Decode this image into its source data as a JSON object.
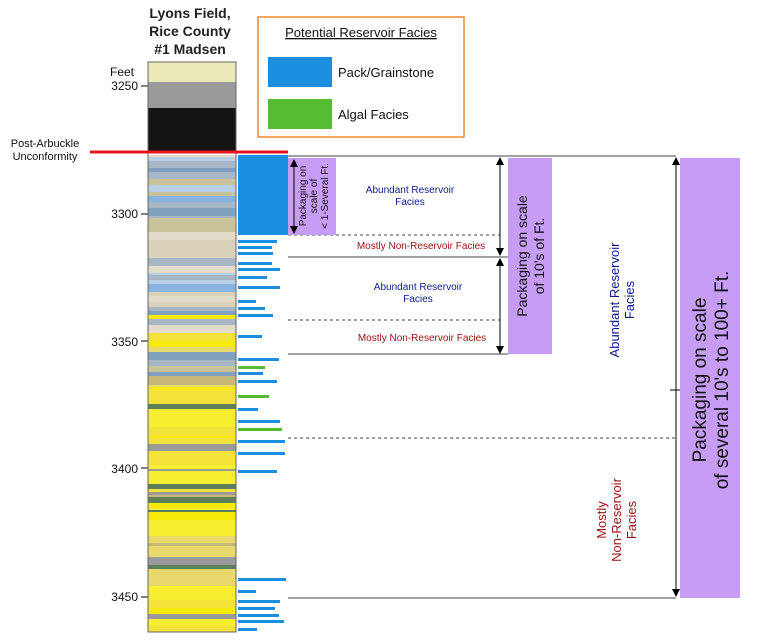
{
  "title_lines": [
    "Lyons Field,",
    "Rice County",
    "#1 Madsen"
  ],
  "depth_unit": "Feet",
  "depth_labels": [
    "3250",
    "3300",
    "3350",
    "3400",
    "3450"
  ],
  "legend": {
    "title": "Potential Reservoir Facies",
    "items": [
      {
        "label": "Pack/Grainstone",
        "color": "#1a8fe0"
      },
      {
        "label": "Algal Facies",
        "color": "#55bb33"
      }
    ]
  },
  "unconformity": {
    "label_lines": [
      "Post-Arbuckle",
      "Unconformity"
    ],
    "color": "#e8141e"
  },
  "small_scale": {
    "label_lines": [
      "Packaging on",
      "scale of",
      "< 1-Several Ft."
    ],
    "facies_top": [
      "Abundant Reservoir",
      "Facies"
    ],
    "facies_bottom": "Mostly Non-Reservoir Facies"
  },
  "mid_scale": {
    "label_lines": [
      "Packaging on scale",
      "of 10's of Ft."
    ],
    "facies_top": [
      "Abundant Reservoir",
      "Facies"
    ],
    "facies_bottom": "Mostly Non-Reservoir Facies"
  },
  "large_scale": {
    "label_lines": [
      "Packaging on scale",
      "of several 10's to 100+ Ft."
    ],
    "facies_top": [
      "Abundant Reservoir",
      "Facies"
    ],
    "facies_bottom": [
      "Mostly",
      "Non-Reservoir",
      "Facies"
    ]
  },
  "colors": {
    "purple": "#c69cf5",
    "navy": "#0c1c8c",
    "darkred": "#9c1010",
    "legend_border": "#f28a2a",
    "core_yellow": "#f5ea0a",
    "core_blue": "#8ab4e0"
  }
}
